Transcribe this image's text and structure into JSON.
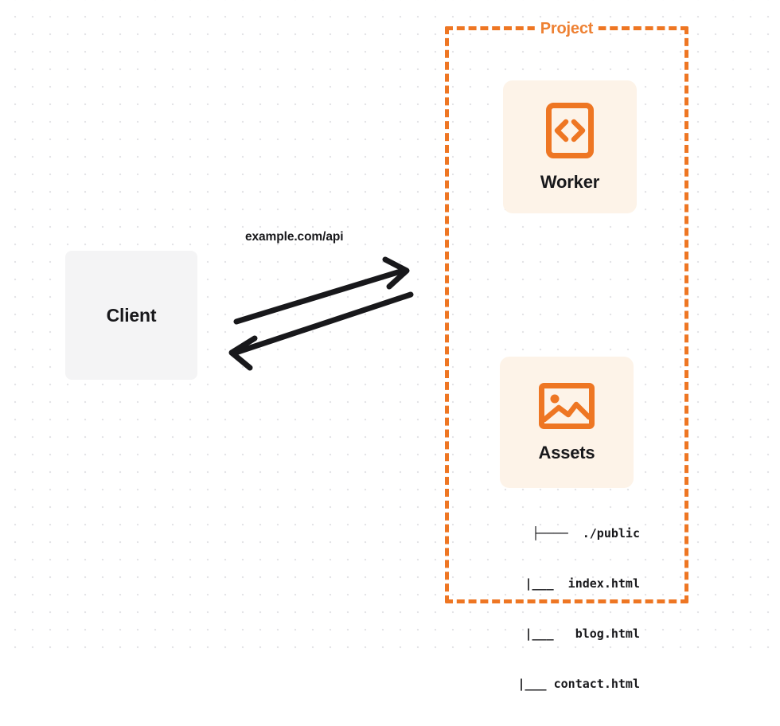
{
  "diagram": {
    "title": "Cloudflare Worker and Assets request flow",
    "background": {
      "style": "dot-grid",
      "dot_color": "#e4e4e7",
      "page_color": "#ffffff"
    },
    "colors": {
      "accent_orange": "#ee7623",
      "title_orange": "#ee8133",
      "card_fill": "#fdf3e8",
      "client_fill": "#f4f4f5",
      "text_dark": "#18181b",
      "arrow_stroke": "#18181b"
    },
    "client": {
      "label": "Client",
      "icon": "client-box-icon"
    },
    "connection": {
      "label": "example.com/api",
      "request_arrow": {
        "name": "request-arrow",
        "direction": "client-to-project"
      },
      "response_arrow": {
        "name": "response-arrow",
        "direction": "project-to-client"
      }
    },
    "project": {
      "title": "Project",
      "border_style": "dashed",
      "cards": [
        {
          "id": "worker",
          "label": "Worker",
          "icon": "code-brackets-icon"
        },
        {
          "id": "assets",
          "label": "Assets",
          "icon": "image-photo-icon"
        }
      ],
      "file_tree": {
        "rows": [
          "├────  ./public",
          "   |___  index.html",
          "   |___   blog.html",
          "   |___ contact.html"
        ],
        "root": "./public",
        "files": [
          "index.html",
          "blog.html",
          "contact.html"
        ]
      }
    }
  }
}
